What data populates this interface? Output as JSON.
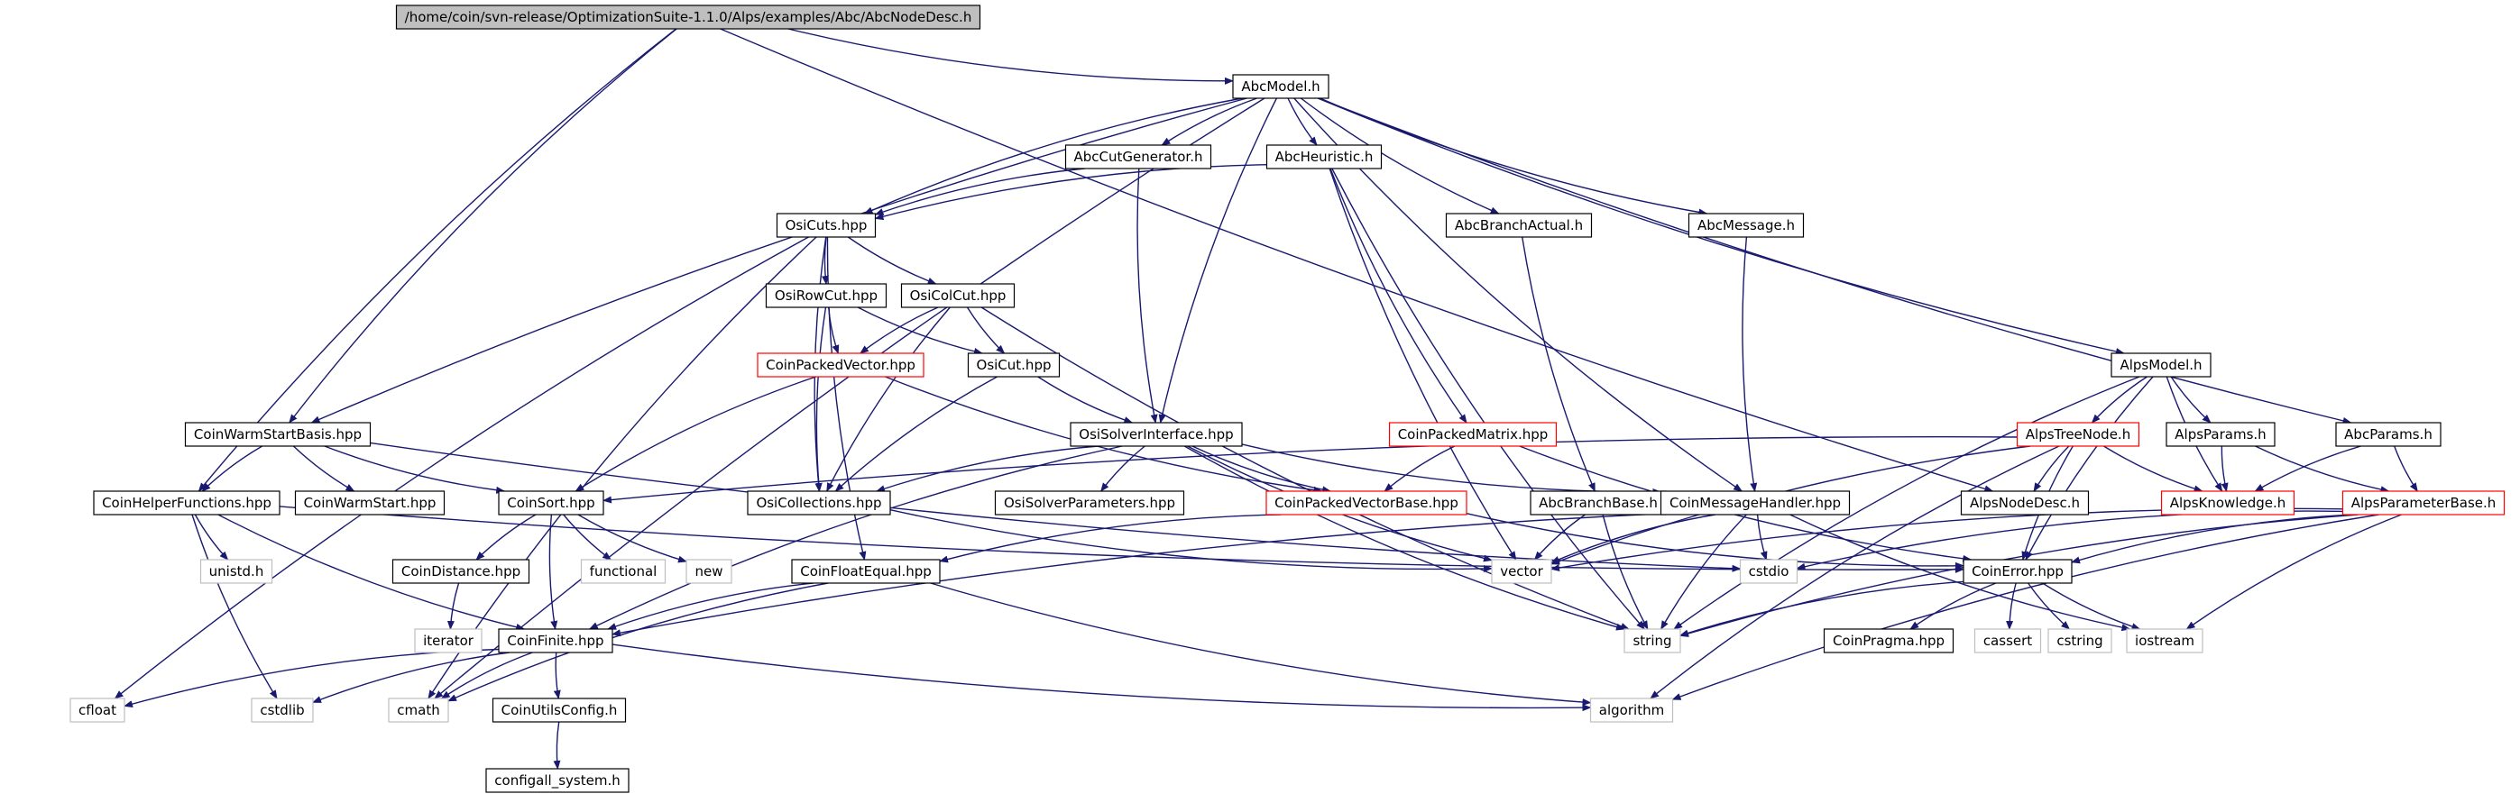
{
  "colors": {
    "edge": "#191970",
    "box_normal": "#000000",
    "box_truncated": "#ff0000",
    "box_external": "#bfbfbf",
    "root_fill": "#bfbfbf"
  },
  "nodes": [
    {
      "id": "root",
      "label": "/home/coin/svn-release/OptimizationSuite-1.1.0/Alps/examples/Abc/AbcNodeDesc.h",
      "kind": "root"
    },
    {
      "id": "AbcModel",
      "label": "AbcModel.h",
      "kind": "normal"
    },
    {
      "id": "AbcCutGenerator",
      "label": "AbcCutGenerator.h",
      "kind": "normal"
    },
    {
      "id": "AbcHeuristic",
      "label": "AbcHeuristic.h",
      "kind": "normal"
    },
    {
      "id": "OsiCuts",
      "label": "OsiCuts.hpp",
      "kind": "normal"
    },
    {
      "id": "AbcBranchActual",
      "label": "AbcBranchActual.h",
      "kind": "normal"
    },
    {
      "id": "AbcMessage",
      "label": "AbcMessage.h",
      "kind": "normal"
    },
    {
      "id": "OsiRowCut",
      "label": "OsiRowCut.hpp",
      "kind": "normal"
    },
    {
      "id": "OsiColCut",
      "label": "OsiColCut.hpp",
      "kind": "normal"
    },
    {
      "id": "CoinPackedVector",
      "label": "CoinPackedVector.hpp",
      "kind": "truncated"
    },
    {
      "id": "OsiCut",
      "label": "OsiCut.hpp",
      "kind": "normal"
    },
    {
      "id": "AlpsModel",
      "label": "AlpsModel.h",
      "kind": "normal"
    },
    {
      "id": "CoinWarmStartBasis",
      "label": "CoinWarmStartBasis.hpp",
      "kind": "normal"
    },
    {
      "id": "OsiSolverInterface",
      "label": "OsiSolverInterface.hpp",
      "kind": "normal"
    },
    {
      "id": "CoinPackedMatrix",
      "label": "CoinPackedMatrix.hpp",
      "kind": "truncated"
    },
    {
      "id": "AlpsTreeNode",
      "label": "AlpsTreeNode.h",
      "kind": "truncated"
    },
    {
      "id": "AlpsParams",
      "label": "AlpsParams.h",
      "kind": "normal"
    },
    {
      "id": "AbcParams",
      "label": "AbcParams.h",
      "kind": "normal"
    },
    {
      "id": "CoinHelperFunctions",
      "label": "CoinHelperFunctions.hpp",
      "kind": "normal"
    },
    {
      "id": "CoinWarmStart",
      "label": "CoinWarmStart.hpp",
      "kind": "normal"
    },
    {
      "id": "CoinSort",
      "label": "CoinSort.hpp",
      "kind": "normal"
    },
    {
      "id": "OsiCollections",
      "label": "OsiCollections.hpp",
      "kind": "normal"
    },
    {
      "id": "OsiSolverParameters",
      "label": "OsiSolverParameters.hpp",
      "kind": "normal"
    },
    {
      "id": "CoinPackedVectorBase",
      "label": "CoinPackedVectorBase.hpp",
      "kind": "truncated"
    },
    {
      "id": "AbcBranchBase",
      "label": "AbcBranchBase.h",
      "kind": "normal"
    },
    {
      "id": "CoinMessageHandler",
      "label": "CoinMessageHandler.hpp",
      "kind": "normal"
    },
    {
      "id": "AlpsNodeDesc",
      "label": "AlpsNodeDesc.h",
      "kind": "normal"
    },
    {
      "id": "AlpsKnowledge",
      "label": "AlpsKnowledge.h",
      "kind": "truncated"
    },
    {
      "id": "AlpsParameterBase",
      "label": "AlpsParameterBase.h",
      "kind": "truncated"
    },
    {
      "id": "unistd",
      "label": "unistd.h",
      "kind": "external"
    },
    {
      "id": "CoinDistance",
      "label": "CoinDistance.hpp",
      "kind": "normal"
    },
    {
      "id": "functional",
      "label": "functional",
      "kind": "external"
    },
    {
      "id": "new",
      "label": "new",
      "kind": "external"
    },
    {
      "id": "CoinFloatEqual",
      "label": "CoinFloatEqual.hpp",
      "kind": "normal"
    },
    {
      "id": "vector",
      "label": "vector",
      "kind": "external"
    },
    {
      "id": "cstdio",
      "label": "cstdio",
      "kind": "external"
    },
    {
      "id": "CoinError",
      "label": "CoinError.hpp",
      "kind": "normal"
    },
    {
      "id": "iterator",
      "label": "iterator",
      "kind": "external"
    },
    {
      "id": "CoinFinite",
      "label": "CoinFinite.hpp",
      "kind": "normal"
    },
    {
      "id": "string",
      "label": "string",
      "kind": "external"
    },
    {
      "id": "CoinPragma",
      "label": "CoinPragma.hpp",
      "kind": "normal"
    },
    {
      "id": "cassert",
      "label": "cassert",
      "kind": "external"
    },
    {
      "id": "cstring",
      "label": "cstring",
      "kind": "external"
    },
    {
      "id": "iostream",
      "label": "iostream",
      "kind": "external"
    },
    {
      "id": "cfloat",
      "label": "cfloat",
      "kind": "external"
    },
    {
      "id": "cstdlib",
      "label": "cstdlib",
      "kind": "external"
    },
    {
      "id": "cmath",
      "label": "cmath",
      "kind": "external"
    },
    {
      "id": "CoinUtilsConfig",
      "label": "CoinUtilsConfig.h",
      "kind": "normal"
    },
    {
      "id": "algorithm",
      "label": "algorithm",
      "kind": "external"
    },
    {
      "id": "configall_system",
      "label": "configall_system.h",
      "kind": "normal"
    }
  ],
  "edges": [
    [
      "root",
      "AbcModel"
    ],
    [
      "root",
      "CoinWarmStartBasis"
    ],
    [
      "root",
      "CoinHelperFunctions"
    ],
    [
      "root",
      "AlpsNodeDesc"
    ],
    [
      "AbcModel",
      "AbcCutGenerator"
    ],
    [
      "AbcModel",
      "AbcHeuristic"
    ],
    [
      "AbcModel",
      "OsiCuts"
    ],
    [
      "AbcModel",
      "AbcBranchActual"
    ],
    [
      "AbcModel",
      "AbcMessage"
    ],
    [
      "AbcModel",
      "AlpsModel"
    ],
    [
      "AbcModel",
      "AbcParams"
    ],
    [
      "AbcModel",
      "OsiSolverInterface"
    ],
    [
      "AbcModel",
      "CoinWarmStartBasis"
    ],
    [
      "AbcModel",
      "CoinMessageHandler"
    ],
    [
      "AbcModel",
      "cmath"
    ],
    [
      "AbcCutGenerator",
      "OsiCuts"
    ],
    [
      "AbcCutGenerator",
      "OsiSolverInterface"
    ],
    [
      "AbcHeuristic",
      "OsiCuts"
    ],
    [
      "AbcHeuristic",
      "CoinPackedMatrix"
    ],
    [
      "AbcHeuristic",
      "string"
    ],
    [
      "AbcHeuristic",
      "vector"
    ],
    [
      "OsiCuts",
      "OsiRowCut"
    ],
    [
      "OsiCuts",
      "OsiColCut"
    ],
    [
      "OsiCuts",
      "OsiCollections"
    ],
    [
      "OsiCuts",
      "CoinFloatEqual"
    ],
    [
      "OsiCuts",
      "cmath"
    ],
    [
      "OsiCuts",
      "cfloat"
    ],
    [
      "AbcBranchActual",
      "AbcBranchBase"
    ],
    [
      "AbcMessage",
      "CoinMessageHandler"
    ],
    [
      "OsiRowCut",
      "CoinPackedVector"
    ],
    [
      "OsiRowCut",
      "OsiCut"
    ],
    [
      "OsiRowCut",
      "OsiCollections"
    ],
    [
      "OsiColCut",
      "CoinPackedVector"
    ],
    [
      "OsiColCut",
      "OsiCut"
    ],
    [
      "OsiColCut",
      "OsiCollections"
    ],
    [
      "OsiColCut",
      "string"
    ],
    [
      "CoinPackedVector",
      "CoinSort"
    ],
    [
      "CoinPackedVector",
      "CoinPackedVectorBase"
    ],
    [
      "OsiCut",
      "OsiSolverInterface"
    ],
    [
      "OsiCut",
      "OsiCollections"
    ],
    [
      "AlpsModel",
      "AlpsTreeNode"
    ],
    [
      "AlpsModel",
      "AlpsParams"
    ],
    [
      "AlpsModel",
      "AlpsKnowledge"
    ],
    [
      "AlpsModel",
      "string"
    ],
    [
      "AlpsModel",
      "CoinError"
    ],
    [
      "CoinWarmStartBasis",
      "CoinHelperFunctions"
    ],
    [
      "CoinWarmStartBasis",
      "CoinWarmStart"
    ],
    [
      "CoinWarmStartBasis",
      "CoinSort"
    ],
    [
      "CoinWarmStartBasis",
      "cstdio"
    ],
    [
      "OsiSolverInterface",
      "OsiCollections"
    ],
    [
      "OsiSolverInterface",
      "OsiSolverParameters"
    ],
    [
      "OsiSolverInterface",
      "CoinPackedVectorBase"
    ],
    [
      "OsiSolverInterface",
      "CoinMessageHandler"
    ],
    [
      "OsiSolverInterface",
      "CoinFinite"
    ],
    [
      "OsiSolverInterface",
      "vector"
    ],
    [
      "OsiSolverInterface",
      "string"
    ],
    [
      "CoinPackedMatrix",
      "CoinPackedVectorBase"
    ],
    [
      "CoinPackedMatrix",
      "CoinError"
    ],
    [
      "AlpsTreeNode",
      "AlpsNodeDesc"
    ],
    [
      "AlpsTreeNode",
      "AlpsKnowledge"
    ],
    [
      "AlpsTreeNode",
      "CoinSort"
    ],
    [
      "AlpsTreeNode",
      "vector"
    ],
    [
      "AlpsTreeNode",
      "CoinError"
    ],
    [
      "AlpsTreeNode",
      "algorithm"
    ],
    [
      "AlpsParams",
      "AlpsKnowledge"
    ],
    [
      "AlpsParams",
      "AlpsParameterBase"
    ],
    [
      "AbcParams",
      "AlpsKnowledge"
    ],
    [
      "AbcParams",
      "AlpsParameterBase"
    ],
    [
      "CoinHelperFunctions",
      "unistd"
    ],
    [
      "CoinHelperFunctions",
      "cstdlib"
    ],
    [
      "CoinHelperFunctions",
      "CoinFinite"
    ],
    [
      "CoinHelperFunctions",
      "CoinError"
    ],
    [
      "CoinSort",
      "functional"
    ],
    [
      "CoinSort",
      "new"
    ],
    [
      "CoinSort",
      "CoinDistance"
    ],
    [
      "CoinSort",
      "CoinFinite"
    ],
    [
      "OsiCollections",
      "vector"
    ],
    [
      "CoinPackedVectorBase",
      "CoinFloatEqual"
    ],
    [
      "CoinPackedVectorBase",
      "CoinError"
    ],
    [
      "AbcBranchBase",
      "string"
    ],
    [
      "AbcBranchBase",
      "vector"
    ],
    [
      "CoinMessageHandler",
      "cstdio"
    ],
    [
      "CoinMessageHandler",
      "vector"
    ],
    [
      "CoinMessageHandler",
      "string"
    ],
    [
      "CoinMessageHandler",
      "iostream"
    ],
    [
      "CoinMessageHandler",
      "CoinFinite"
    ],
    [
      "AlpsParameterBase",
      "vector"
    ],
    [
      "AlpsParameterBase",
      "string"
    ],
    [
      "AlpsParameterBase",
      "iostream"
    ],
    [
      "AlpsParameterBase",
      "cstdio"
    ],
    [
      "AlpsParameterBase",
      "algorithm"
    ],
    [
      "AlpsParameterBase",
      "CoinError"
    ],
    [
      "CoinDistance",
      "iterator"
    ],
    [
      "CoinFloatEqual",
      "CoinFinite"
    ],
    [
      "CoinFloatEqual",
      "cmath"
    ],
    [
      "CoinFloatEqual",
      "algorithm"
    ],
    [
      "CoinError",
      "string"
    ],
    [
      "CoinError",
      "iostream"
    ],
    [
      "CoinError",
      "cassert"
    ],
    [
      "CoinError",
      "cstring"
    ],
    [
      "CoinError",
      "CoinPragma"
    ],
    [
      "CoinFinite",
      "cfloat"
    ],
    [
      "CoinFinite",
      "cmath"
    ],
    [
      "CoinFinite",
      "cstdlib"
    ],
    [
      "CoinFinite",
      "algorithm"
    ],
    [
      "CoinFinite",
      "CoinUtilsConfig"
    ],
    [
      "CoinUtilsConfig",
      "configall_system"
    ]
  ]
}
